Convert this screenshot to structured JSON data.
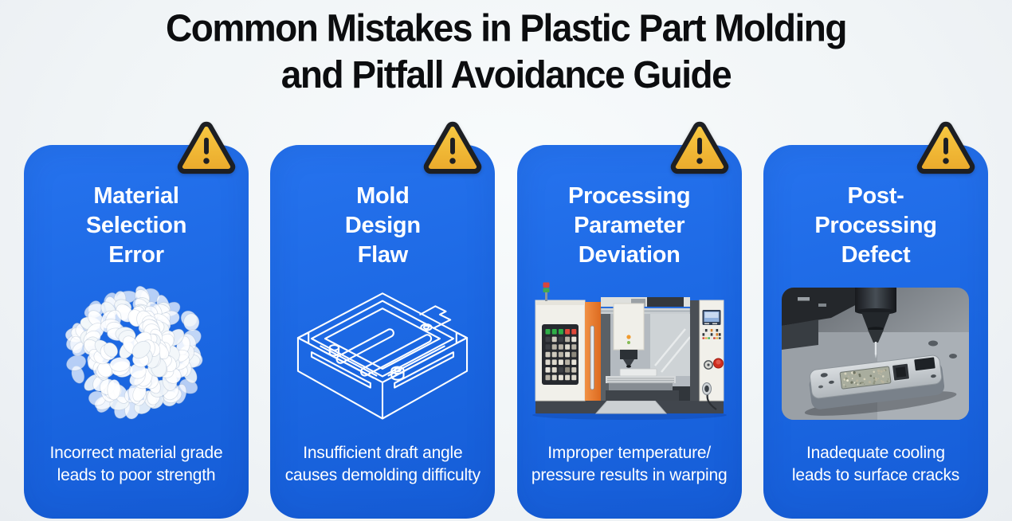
{
  "page": {
    "title": "Common Mistakes in Plastic Part Molding\nand Pitfall Avoidance Guide",
    "background_color": "#f1f5f7",
    "card_color": "#1b67e2",
    "warning_yellow": "#f3bd31",
    "text_color_on_card": "#ffffff",
    "title_color": "#0c0d0f"
  },
  "cards": [
    {
      "id": "material-selection-error",
      "title": "Material\nSelection\nError",
      "description": "Incorrect material grade\nleads to poor strength",
      "image": "plastic-pellets-image",
      "warning_icon": "warning-triangle"
    },
    {
      "id": "mold-design-flaw",
      "title": "Mold\nDesign\nFlaw",
      "description": "Insufficient draft angle\ncauses demolding difficulty",
      "image": "mold-line-drawing",
      "warning_icon": "warning-triangle"
    },
    {
      "id": "processing-parameter-deviation",
      "title": "Processing\nParameter\nDeviation",
      "description": "Improper temperature/\npressure results in warping",
      "image": "cnc-machine-image",
      "warning_icon": "warning-triangle"
    },
    {
      "id": "post-processing-defect",
      "title": "Post-\nProcessing\nDefect",
      "description": "Inadequate cooling\nleads to surface cracks",
      "image": "machining-close-up-image",
      "warning_icon": "warning-triangle"
    }
  ]
}
